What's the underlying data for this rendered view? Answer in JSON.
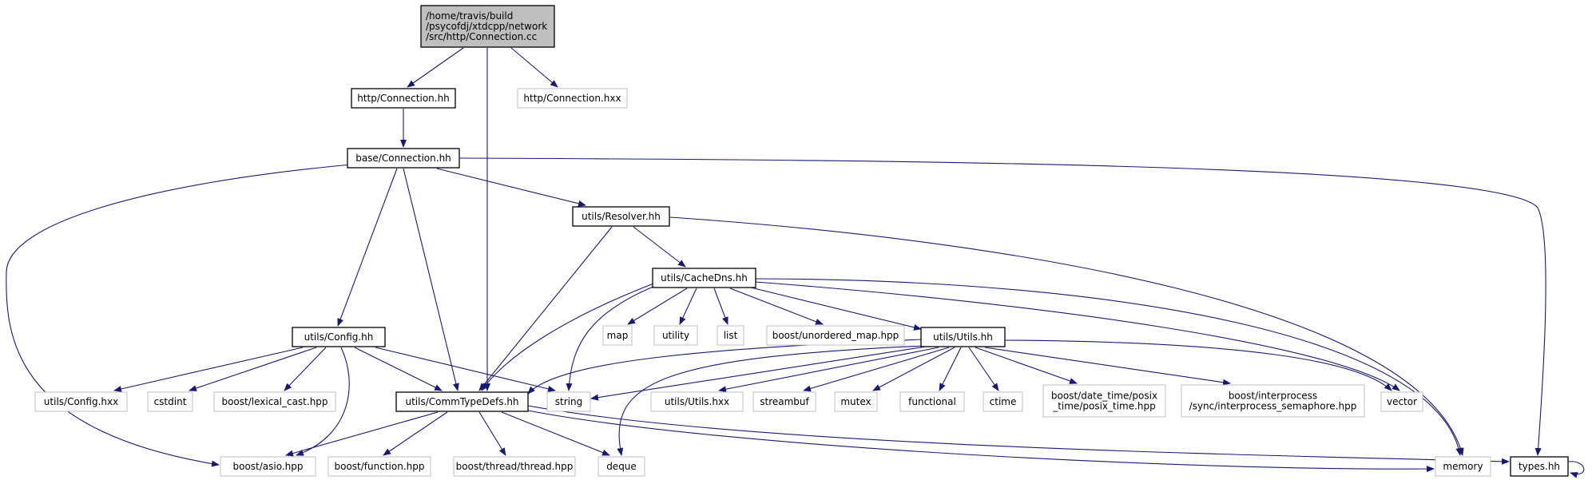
{
  "nodes": {
    "root": [
      "/home/travis/build",
      "/psycofdj/xtdcpp/network",
      "/src/http/Connection.cc"
    ],
    "http_connection_hh": [
      "http/Connection.hh"
    ],
    "http_connection_hxx": [
      "http/Connection.hxx"
    ],
    "base_connection_hh": [
      "base/Connection.hh"
    ],
    "utils_resolver_hh": [
      "utils/Resolver.hh"
    ],
    "utils_cachedns_hh": [
      "utils/CacheDns.hh"
    ],
    "utils_config_hh": [
      "utils/Config.hh"
    ],
    "utils_utils_hh": [
      "utils/Utils.hh"
    ],
    "utils_commtypedefs_hh": [
      "utils/CommTypeDefs.hh"
    ],
    "map": [
      "map"
    ],
    "utility": [
      "utility"
    ],
    "list": [
      "list"
    ],
    "boost_unordered_map": [
      "boost/unordered_map.hpp"
    ],
    "utils_config_hxx": [
      "utils/Config.hxx"
    ],
    "cstdint": [
      "cstdint"
    ],
    "boost_lexical_cast": [
      "boost/lexical_cast.hpp"
    ],
    "string": [
      "string"
    ],
    "utils_utils_hxx": [
      "utils/Utils.hxx"
    ],
    "streambuf": [
      "streambuf"
    ],
    "mutex": [
      "mutex"
    ],
    "functional": [
      "functional"
    ],
    "ctime": [
      "ctime"
    ],
    "boost_posix_time": [
      "boost/date_time/posix",
      "_time/posix_time.hpp"
    ],
    "boost_interprocess": [
      "boost/interprocess",
      "/sync/interprocess_semaphore.hpp"
    ],
    "vector": [
      "vector"
    ],
    "boost_asio": [
      "boost/asio.hpp"
    ],
    "boost_function": [
      "boost/function.hpp"
    ],
    "boost_thread": [
      "boost/thread/thread.hpp"
    ],
    "deque": [
      "deque"
    ],
    "memory": [
      "memory"
    ],
    "types_hh": [
      "types.hh"
    ]
  },
  "colors": {
    "edge": "#191970",
    "root_fill": "#bfbfbf",
    "documented_border": "#000000",
    "external_border": "#bfbfbf",
    "external_text": "#000000"
  }
}
